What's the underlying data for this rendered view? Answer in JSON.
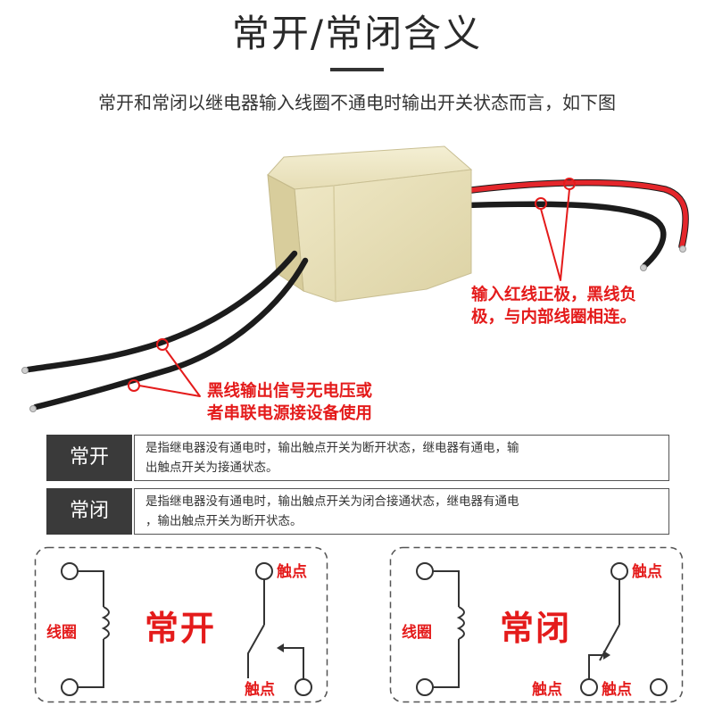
{
  "header": {
    "title": "常开/常闭含义",
    "subtitle": "常开和常闭以继电器输入线圈不通电时输出开关状态而言，如下图"
  },
  "callouts": {
    "input": [
      "输入红线正极，黑线负",
      "极，与内部线圈相连。"
    ],
    "output": [
      "黑线输出信号无电压或",
      "者串联电源接设备使用"
    ]
  },
  "definitions": [
    {
      "label": "常开",
      "lines": [
        "是指继电器没有通电时，输出触点开关为断开状态，继电器有通电，输",
        "出触点开关为接通状态。"
      ]
    },
    {
      "label": "常闭",
      "lines": [
        "是指继电器没有通电时，输出触点开关为闭合接通状态，继电器有通电",
        "，输出触点开关为断开状态。"
      ]
    }
  ],
  "schematics": [
    {
      "title": "常开",
      "coil_label": "线圈",
      "contact_label": "触点"
    },
    {
      "title": "常闭",
      "coil_label": "线圈",
      "contact_label": "触点"
    }
  ],
  "colors": {
    "accent": "#e41b1b",
    "label_bg": "#3a3a3a",
    "relay_body": "#e9e1b9",
    "wire_red": "#e4262b",
    "wire_black": "#1c1c1c"
  }
}
